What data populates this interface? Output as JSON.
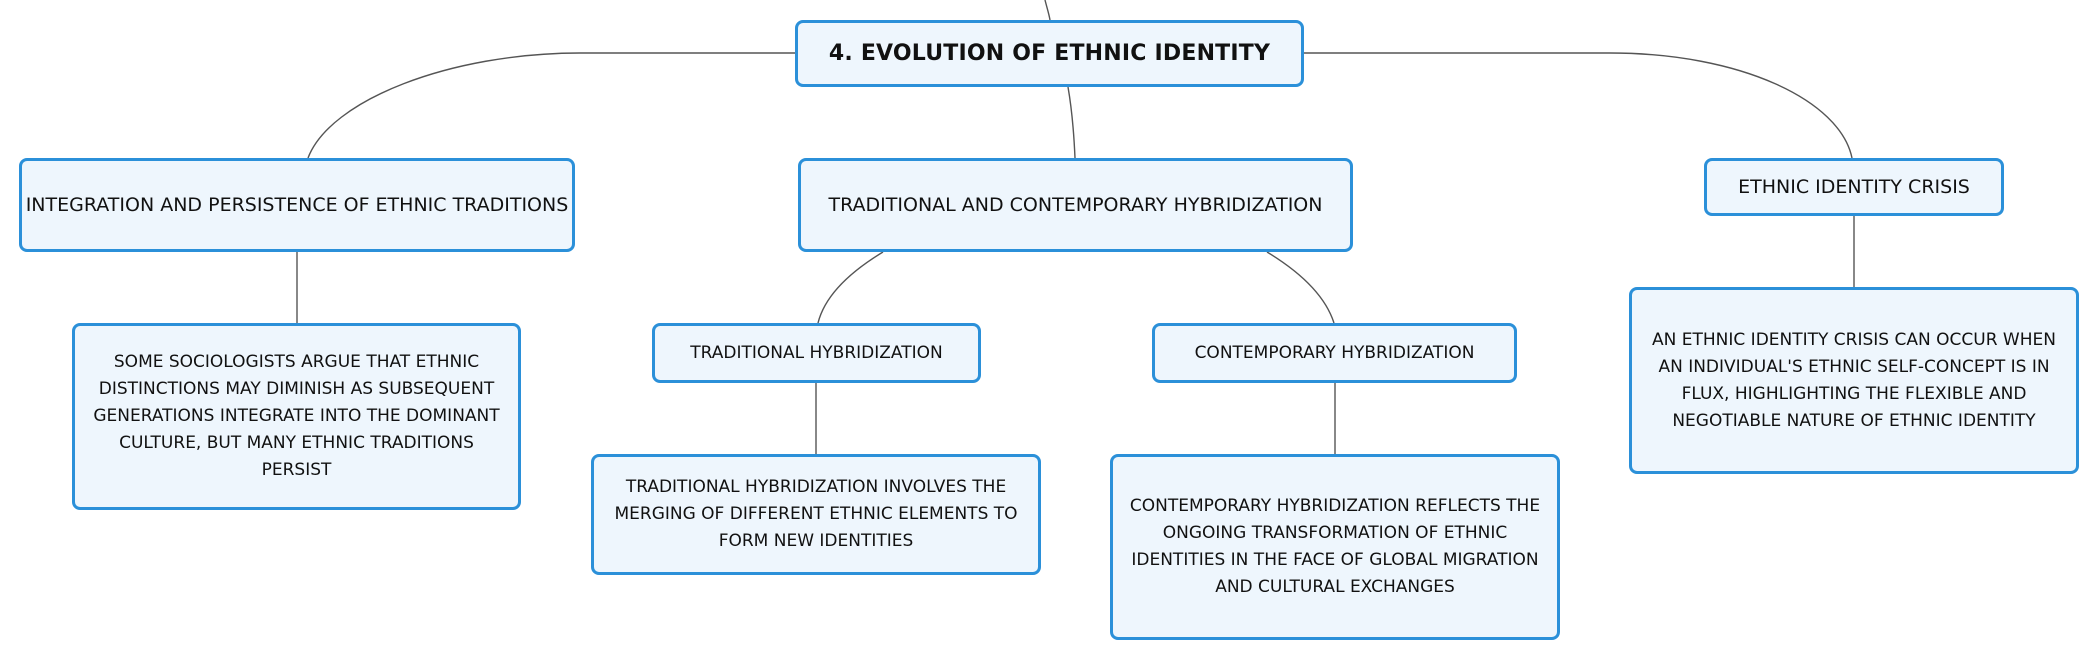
{
  "root": {
    "label": "4. EVOLUTION OF ETHNIC IDENTITY"
  },
  "topics": {
    "integration": {
      "label": "INTEGRATION AND PERSISTENCE OF ETHNIC TRADITIONS",
      "detail": "SOME SOCIOLOGISTS ARGUE THAT ETHNIC DISTINCTIONS MAY DIMINISH AS SUBSEQUENT GENERATIONS INTEGRATE INTO THE DOMINANT CULTURE, BUT MANY ETHNIC TRADITIONS PERSIST"
    },
    "hybridization": {
      "label": "TRADITIONAL AND CONTEMPORARY HYBRIDIZATION",
      "traditional": {
        "label": "TRADITIONAL HYBRIDIZATION",
        "detail": "TRADITIONAL HYBRIDIZATION INVOLVES THE MERGING OF DIFFERENT ETHNIC ELEMENTS TO FORM NEW IDENTITIES"
      },
      "contemporary": {
        "label": "CONTEMPORARY HYBRIDIZATION",
        "detail": "CONTEMPORARY HYBRIDIZATION REFLECTS THE ONGOING TRANSFORMATION OF ETHNIC IDENTITIES IN THE FACE OF GLOBAL MIGRATION AND CULTURAL EXCHANGES"
      }
    },
    "crisis": {
      "label": "ETHNIC IDENTITY CRISIS",
      "detail": "AN ETHNIC IDENTITY CRISIS CAN OCCUR WHEN AN INDIVIDUAL'S ETHNIC SELF-CONCEPT IS IN FLUX, HIGHLIGHTING THE FLEXIBLE AND NEGOTIABLE NATURE OF ETHNIC IDENTITY"
    }
  },
  "colors": {
    "node_border": "#2b90d9",
    "node_fill": "#eef6fd",
    "connector": "#555555",
    "text": "#111111"
  }
}
